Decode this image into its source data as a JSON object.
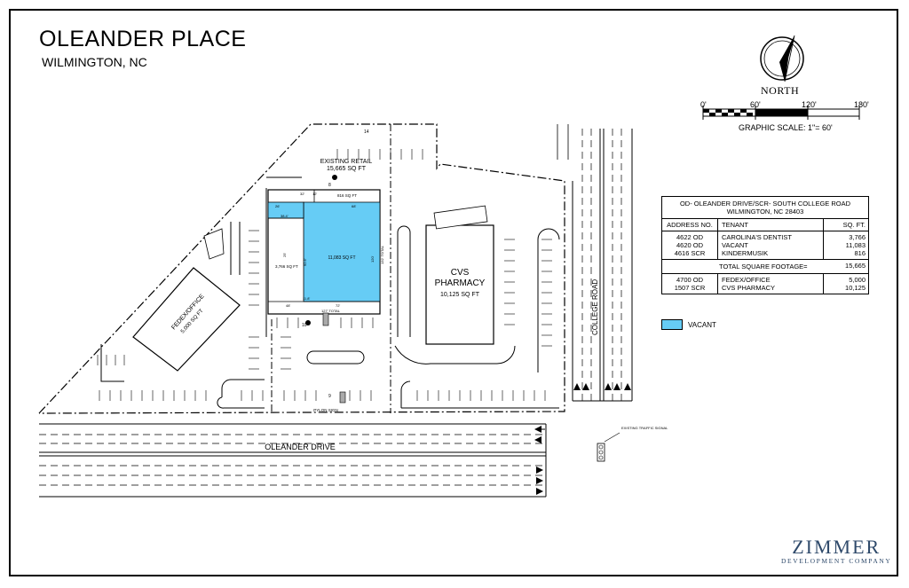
{
  "title": "OLEANDER PLACE",
  "subtitle": "WILMINGTON, NC",
  "compass": {
    "label": "NORTH",
    "icon": "north-arrow-icon"
  },
  "graphic_scale": {
    "ticks": [
      "0'",
      "60'",
      "120'",
      "180'"
    ],
    "caption": "GRAPHIC SCALE: 1\"= 60'"
  },
  "table": {
    "header_line1": "OD- OLEANDER DRIVE/SCR- SOUTH COLLEGE ROAD",
    "header_line2": "WILMINGTON, NC 28403",
    "columns": [
      "ADDRESS NO.",
      "TENANT",
      "SQ. FT."
    ],
    "group1": [
      {
        "address": "4622 OD",
        "tenant": "CAROLINA'S DENTIST",
        "sqft": "3,766"
      },
      {
        "address": "4620 OD",
        "tenant": "VACANT",
        "sqft": "11,083"
      },
      {
        "address": "4616 SCR",
        "tenant": "KINDERMUSIK",
        "sqft": "816"
      }
    ],
    "total_label": "TOTAL SQUARE FOOTAGE=",
    "total_value": "15,665",
    "group2": [
      {
        "address": "4700 OD",
        "tenant": "FEDEX/OFFICE",
        "sqft": "5,000"
      },
      {
        "address": "1507 SCR",
        "tenant": "CVS PHARMACY",
        "sqft": "10,125"
      }
    ]
  },
  "legend": {
    "label": "VACANT",
    "color": "#66ccf5"
  },
  "map": {
    "existing_retail": "EXISTING RETAIL",
    "existing_retail_sqft": "15,665 SQ FT",
    "unit_small_sqft": "816 SQ FT",
    "unit_left_sqft": "3,766 SQ FT",
    "vacant_sqft": "11,083 SQ FT",
    "cvs_name_1": "CVS",
    "cvs_name_2": "PHARMACY",
    "cvs_sqft": "10,125 SQ FT",
    "fedex_name": "FEDEX/OFFICE",
    "fedex_sqft": "5,000 SQ FT",
    "college_road": "COLLEGE ROAD",
    "oleander_drive": "OLEANDER DRIVE",
    "pylon_sign": "PYLON SIGN",
    "traffic_signal": "EXISTING TRAFFIC SIGNAL",
    "parking_counts": {
      "a": "14",
      "b": "8",
      "c": "10",
      "d": "9"
    },
    "dims": {
      "top_68": "68'",
      "top_32": "32'",
      "top_12": "12'",
      "side_26": "26'",
      "d_38": "38.4'",
      "d_254": "25'",
      "d_926": "92.6'",
      "d_118": "11.8'",
      "d_48": "48'",
      "d_72": "72'",
      "d_127": "127' TOTAL",
      "d_120": "120'",
      "d_132": "132' TOTAL"
    }
  },
  "company": {
    "name": "ZIMMER",
    "tagline": "DEVELOPMENT COMPANY"
  }
}
